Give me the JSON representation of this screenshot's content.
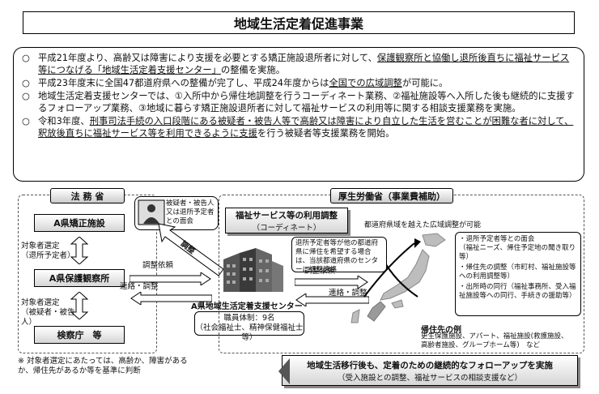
{
  "title": "地域生活定着促進事業",
  "summary": {
    "bullet": "○",
    "p1": {
      "a": "平成21年度より、高齢又は障害により支援を必要とする矯正施設退所者に対して、",
      "u1": "保護観察所と協働し退所後直ちに福祉サービス等につなげる「地域生活定着支援センター」",
      "b": "の整備を実施。"
    },
    "p2": {
      "a": "平成23年度末に全国47都道府県への整備が完了し、平成24年度からは",
      "u1": "全国での広域調整",
      "b": "が可能に。"
    },
    "p3": "地域生活定着支援センターでは、①入所中から帰住地調整を行うコーディネート業務、②福祉施設等へ入所した後も継続的に支援するフォローアップ業務、③地域に暮らす矯正施設退所者に対して福祉サービスの利用等に関する相談支援業務を実施。",
    "p4": {
      "a": "令和3年度、",
      "u1": "刑事司法手続の入口段階にある被疑者・被告人等で高齢又は障害により自立した生活を営むことが困難な者に対して、釈放後直ちに福祉サービス等を利用できるように支援",
      "b": "を行う被疑者等支援業務を開始。"
    }
  },
  "left": {
    "header": "法 務 省",
    "box1": "A県矯正施設",
    "label1": "対象者選定\n（退所予定者）",
    "box2": "A県保護観察所",
    "label2": "対象者選定\n（被疑者・被告人）",
    "box3": "検察庁　等",
    "note": "※ 対象者選定にあたっては、高齢か、障害があるか、帰住先があるか等を基準に判断"
  },
  "interview": {
    "text": "被疑者・被告人\n又は退所予定者\nとの面会",
    "arrow_label": "調整"
  },
  "center": {
    "label_irai": "調整依頼",
    "label_renraku": "連絡・調整",
    "center_name": "A県地域生活定着支援センター",
    "staff": "職員体制：9名\n（社会福祉士、精神保健福祉士等）"
  },
  "right": {
    "header": "厚生労働省（事業費補助）",
    "coord_title": "福祉サービス等の利用調整",
    "coord_sub": "（コーディネート）",
    "wide_area": "都道府県域を越えた広域調整が可能",
    "bubble": "退所予定者等が他の都道府県に帰住を希望する場合は、当該都道府県のセンターに調整連絡",
    "label_irai": "調整依頼",
    "label_renraku": "連絡・調整",
    "list": [
      "・退所予定者等との面会\n（福祉ニーズ、帰住予定地の聞き取り等）",
      "・帰住先の調整（市町村、福祉施設等への利用調整等）",
      "・出所時の同行（福祉事務所、受入福祉施設等への同行、手続きの援助等）"
    ],
    "dest_title": "帰住先の例",
    "dest_body": "更生保護施設、アパート、福祉施設(救護施設、\n高齢者施設、グループホーム等)　など",
    "follow_title": "地域生活移行後も、定着のための継続的なフォローアップを実施",
    "follow_sub": "（受入施設との調整、福祉サービスの相談支援など）"
  },
  "colors": {
    "map": "#bdbdbd",
    "map_dark": "#9a9a9a",
    "building": "#3a3a3a"
  }
}
